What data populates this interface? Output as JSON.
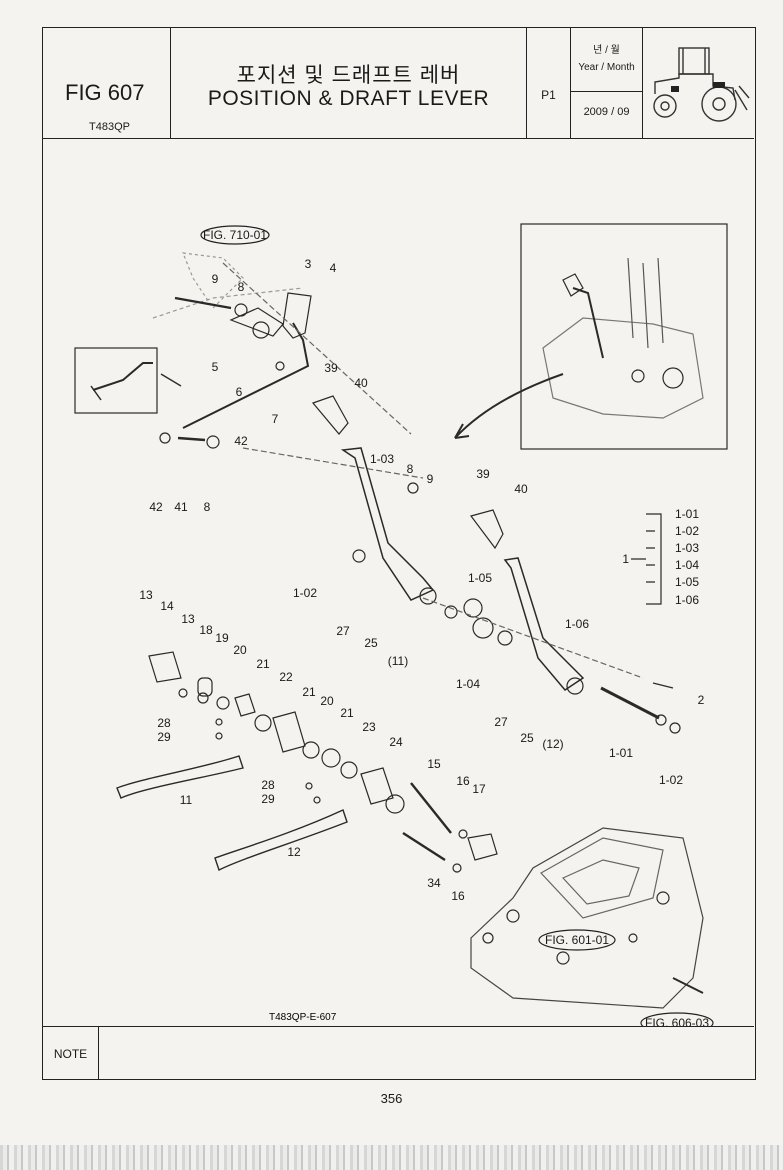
{
  "header": {
    "fig_number": "FIG 607",
    "model": "T483QP",
    "title_ko": "포지션 및 드래프트 레버",
    "title_en": "POSITION & DRAFT LEVER",
    "page": "P1",
    "date_label_ko": "년 / 월",
    "date_label_en": "Year / Month",
    "date_value": "2009 / 09"
  },
  "diagram": {
    "drawing_code": "T483QP-E-607",
    "fig_refs": [
      "FIG. 710-01",
      "FIG. 601-01",
      "FIG. 606-03"
    ],
    "legend_parent": "1",
    "legend_items": [
      "1-01",
      "1-02",
      "1-03",
      "1-04",
      "1-05",
      "1-06"
    ],
    "callouts": {
      "c3": "3",
      "c4": "4",
      "c9a": "9",
      "c8a": "8",
      "c5": "5",
      "c6": "6",
      "c7": "7",
      "c42a": "42",
      "c42b": "42",
      "c41": "41",
      "c8b": "8",
      "c39a": "39",
      "c40a": "40",
      "c103": "1-03",
      "c8c": "8",
      "c9b": "9",
      "c39b": "39",
      "c40b": "40",
      "c105": "1-05",
      "c102a": "1-02",
      "c27a": "27",
      "c25a": "25",
      "c11p": "(11)",
      "c104": "1-04",
      "c106": "1-06",
      "c2": "2",
      "c27b": "27",
      "c25b": "25",
      "c12p": "(12)",
      "c101": "1-01",
      "c102b": "1-02",
      "c13a": "13",
      "c14": "14",
      "c13b": "13",
      "c18": "18",
      "c19": "19",
      "c20a": "20",
      "c21a": "21",
      "c22": "22",
      "c21b": "21",
      "c20b": "20",
      "c21c": "21",
      "c28a": "28",
      "c29a": "29",
      "c23": "23",
      "c24": "24",
      "c11": "11",
      "c28b": "28",
      "c29b": "29",
      "c15": "15",
      "c16a": "16",
      "c17": "17",
      "c12": "12",
      "c34": "34",
      "c16b": "16"
    }
  },
  "note_label": "NOTE",
  "page_number": "356"
}
